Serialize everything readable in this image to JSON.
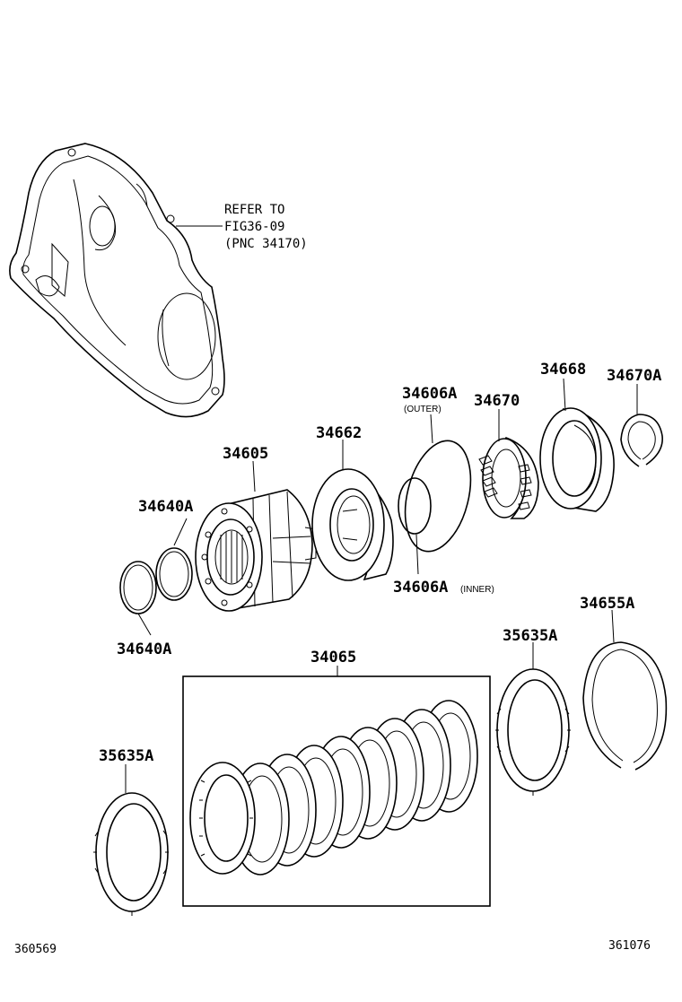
{
  "reference_note": {
    "line1": "REFER TO",
    "line2": "FIG36-09",
    "line3": "(PNC 34170)"
  },
  "labels": {
    "p34605": "34605",
    "p34662": "34662",
    "p34606a_outer": "34606A",
    "outer": "(OUTER)",
    "p34670": "34670",
    "p34668": "34668",
    "p34670a": "34670A",
    "p34640a_upper": "34640A",
    "p34640a_lower": "34640A",
    "p34606a_inner": "34606A",
    "inner": "(INNER)",
    "p34655a": "34655A",
    "p35635a_right": "35635A",
    "p34065": "34065",
    "p35635a_left": "35635A"
  },
  "footer": {
    "left_code": "360569",
    "right_code": "361076"
  }
}
